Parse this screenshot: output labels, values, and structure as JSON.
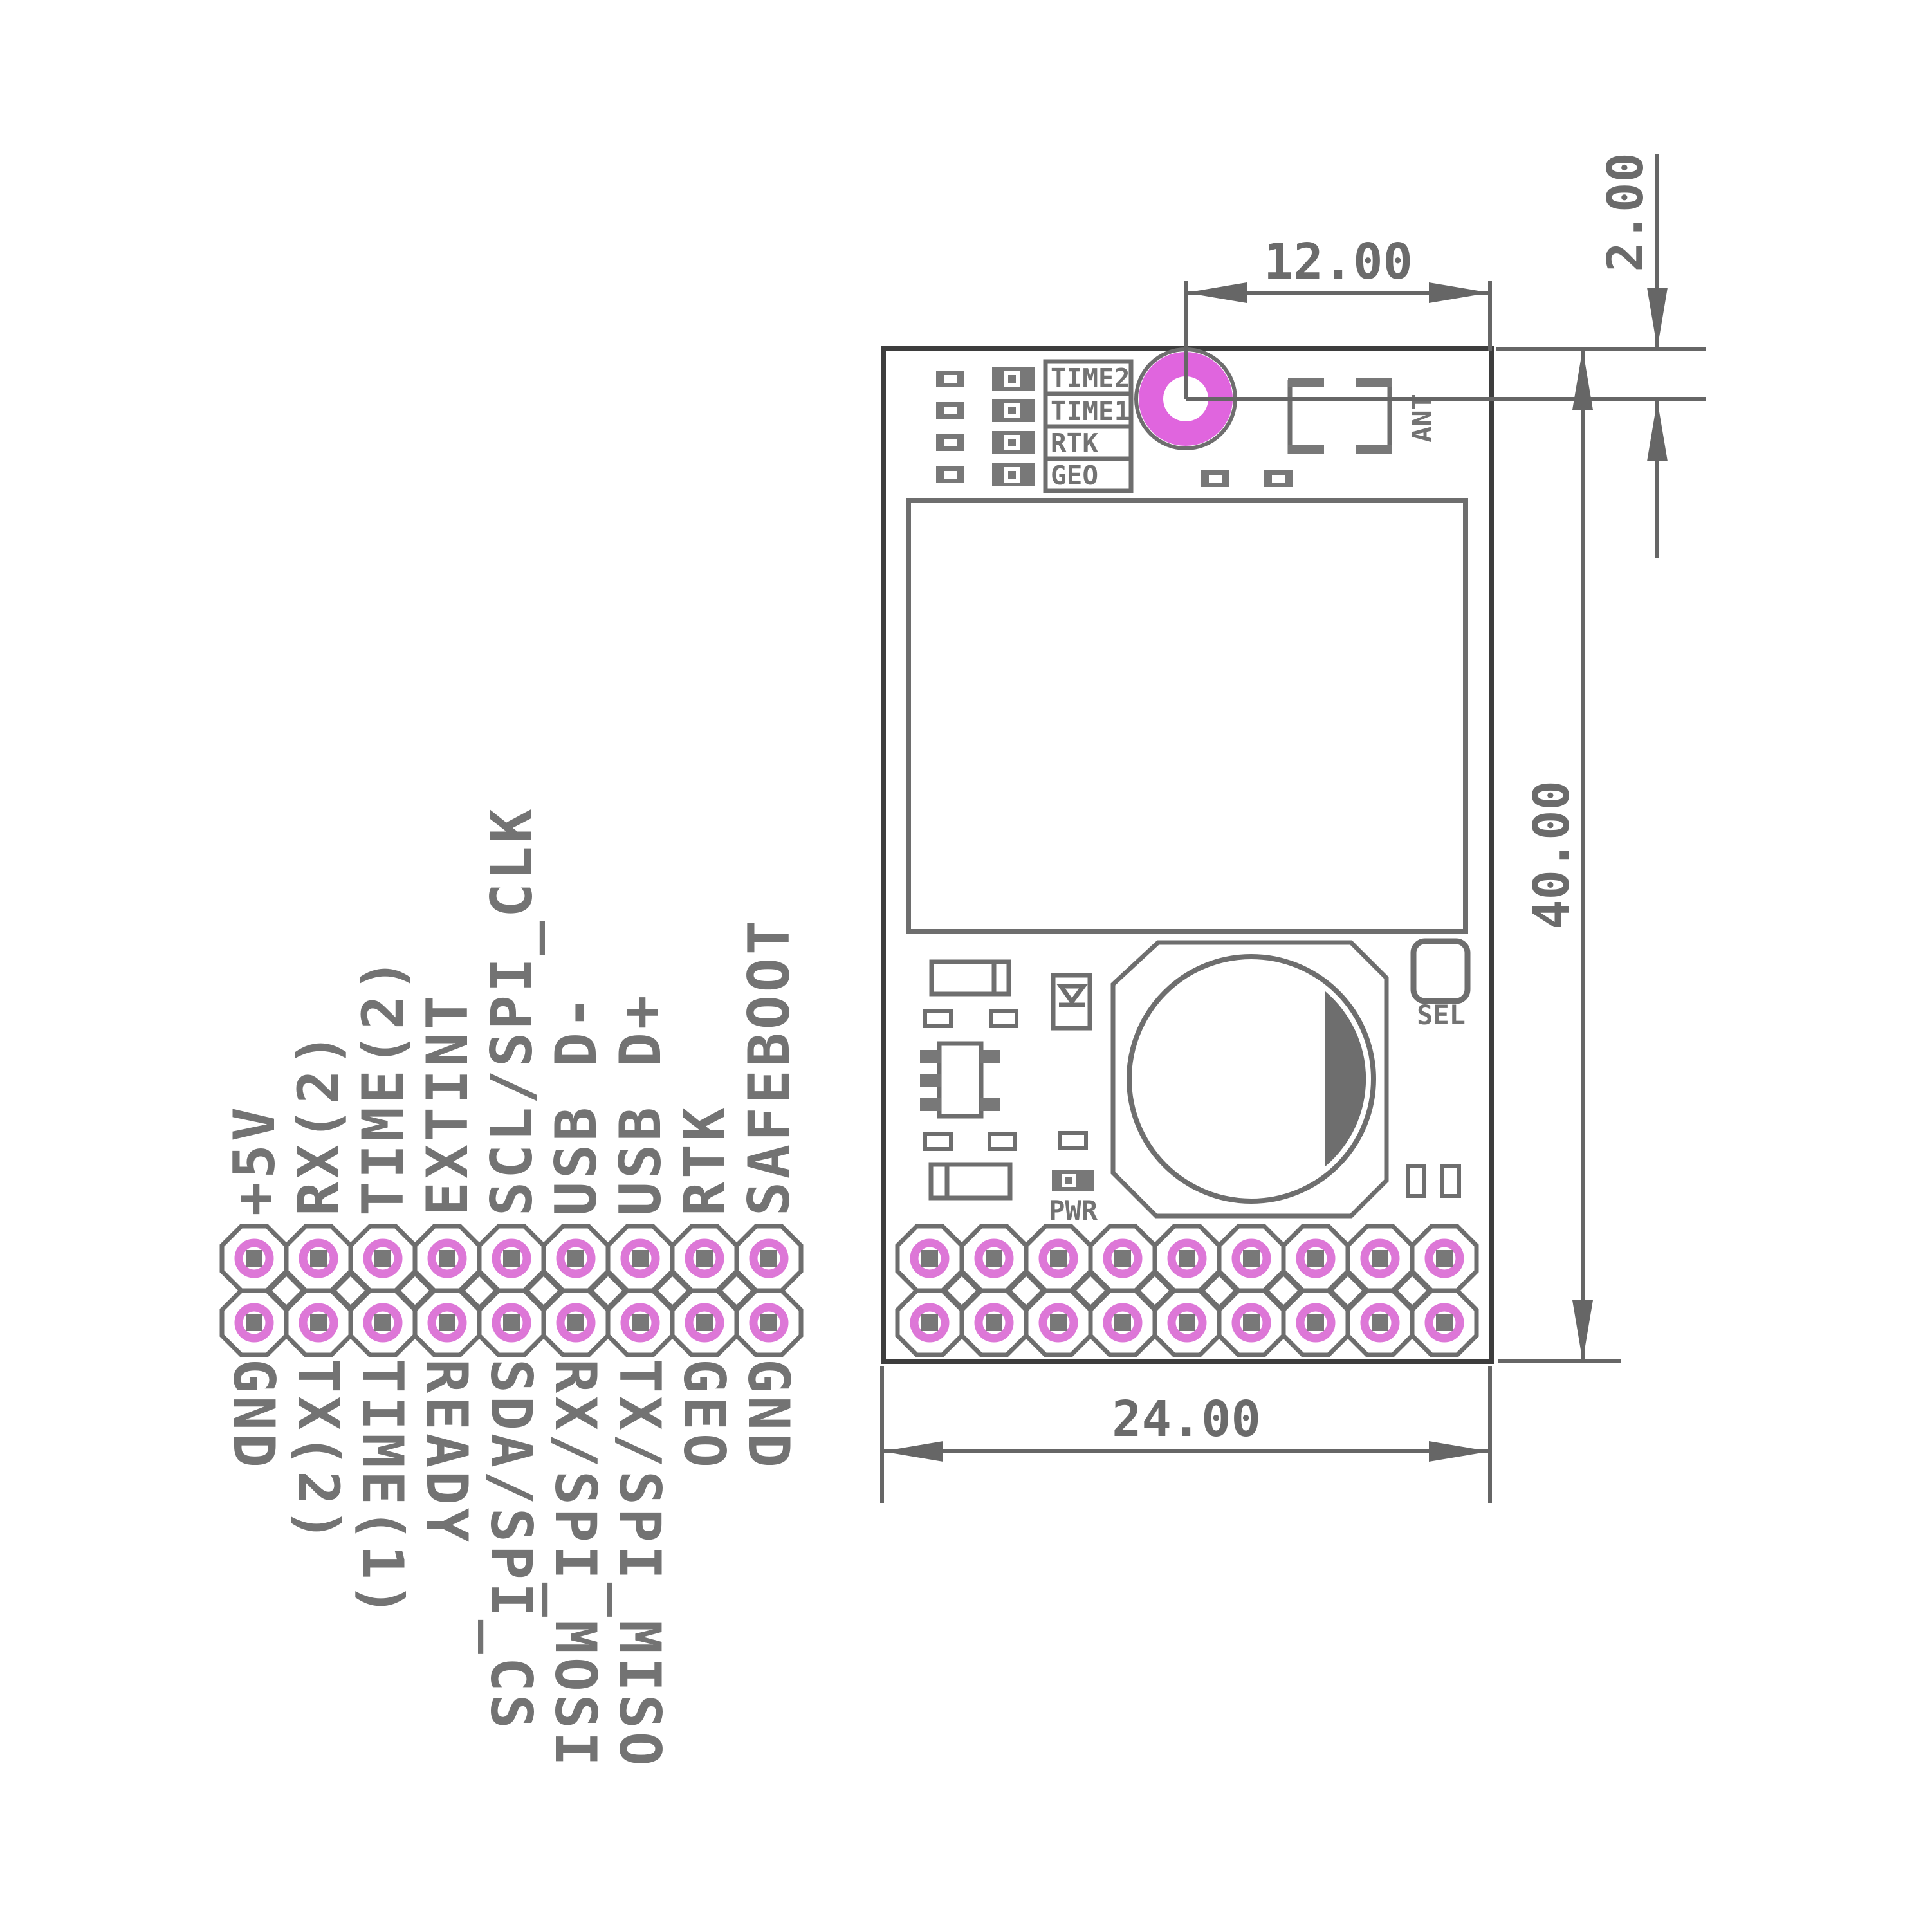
{
  "dimensions": {
    "hole_to_right_edge": "12.00",
    "hole_offset_from_top": "2.00",
    "board_height": "40.00",
    "board_width": "24.00"
  },
  "board": {
    "status_leds": [
      "TIME2",
      "TIME1",
      "RTK",
      "GEO"
    ],
    "antenna_label": "ANT",
    "select_button_label": "SEL",
    "power_led_label": "PWR"
  },
  "pinout": {
    "top_row": [
      "+5V",
      "RX(2)",
      "TIME(2)",
      "EXTINT",
      "SCL/SPI_CLK",
      "USB D-",
      "USB D+",
      "RTK",
      "SAFEBOOT"
    ],
    "bottom_row": [
      "GND",
      "TX(2)",
      "TIME(1)",
      "READY",
      "SDA/SPI_CS",
      "RX/SPI_MOSI",
      "TX/SPI_MISO",
      "GEO",
      "GND"
    ]
  },
  "colors": {
    "board_outline": "#3d3d3d",
    "drawing_gray": "#6e6e6e",
    "dimension_gray": "#666666",
    "text_gray": "#737373",
    "pad_ring_pink": "#dd77d7",
    "hole_pink": "#e065de"
  }
}
